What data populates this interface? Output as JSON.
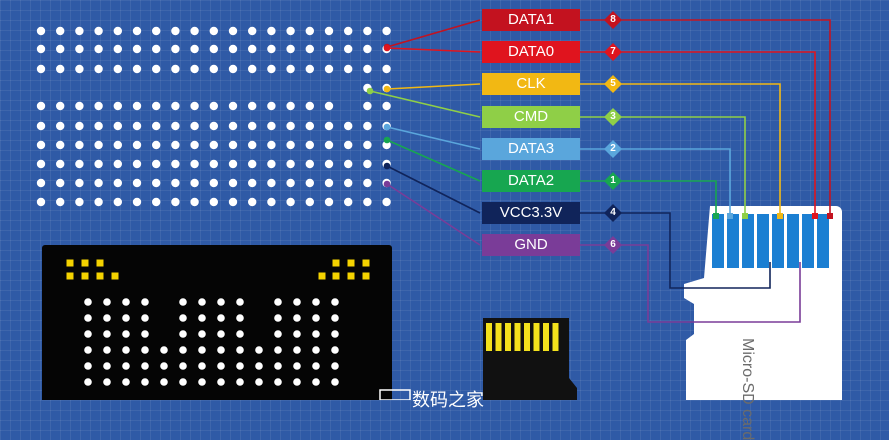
{
  "pins": [
    {
      "label": "DATA1",
      "num": "8",
      "color": "#c3121f"
    },
    {
      "label": "DATA0",
      "num": "7",
      "color": "#e0141e"
    },
    {
      "label": "CLK",
      "num": "5",
      "color": "#f2b813"
    },
    {
      "label": "CMD",
      "num": "3",
      "color": "#8fcf47"
    },
    {
      "label": "DATA3",
      "num": "2",
      "color": "#5aa6dc"
    },
    {
      "label": "DATA2",
      "num": "1",
      "color": "#17a650"
    },
    {
      "label": "VCC3.3V",
      "num": "4",
      "color": "#10245a"
    },
    {
      "label": "GND",
      "num": "6",
      "color": "#7a3c98"
    }
  ],
  "card": {
    "label": "Micro-SD card",
    "body_color": "#ffffff",
    "contact_color": "#1b7fd2"
  },
  "footer": {
    "text": "数码之家"
  }
}
